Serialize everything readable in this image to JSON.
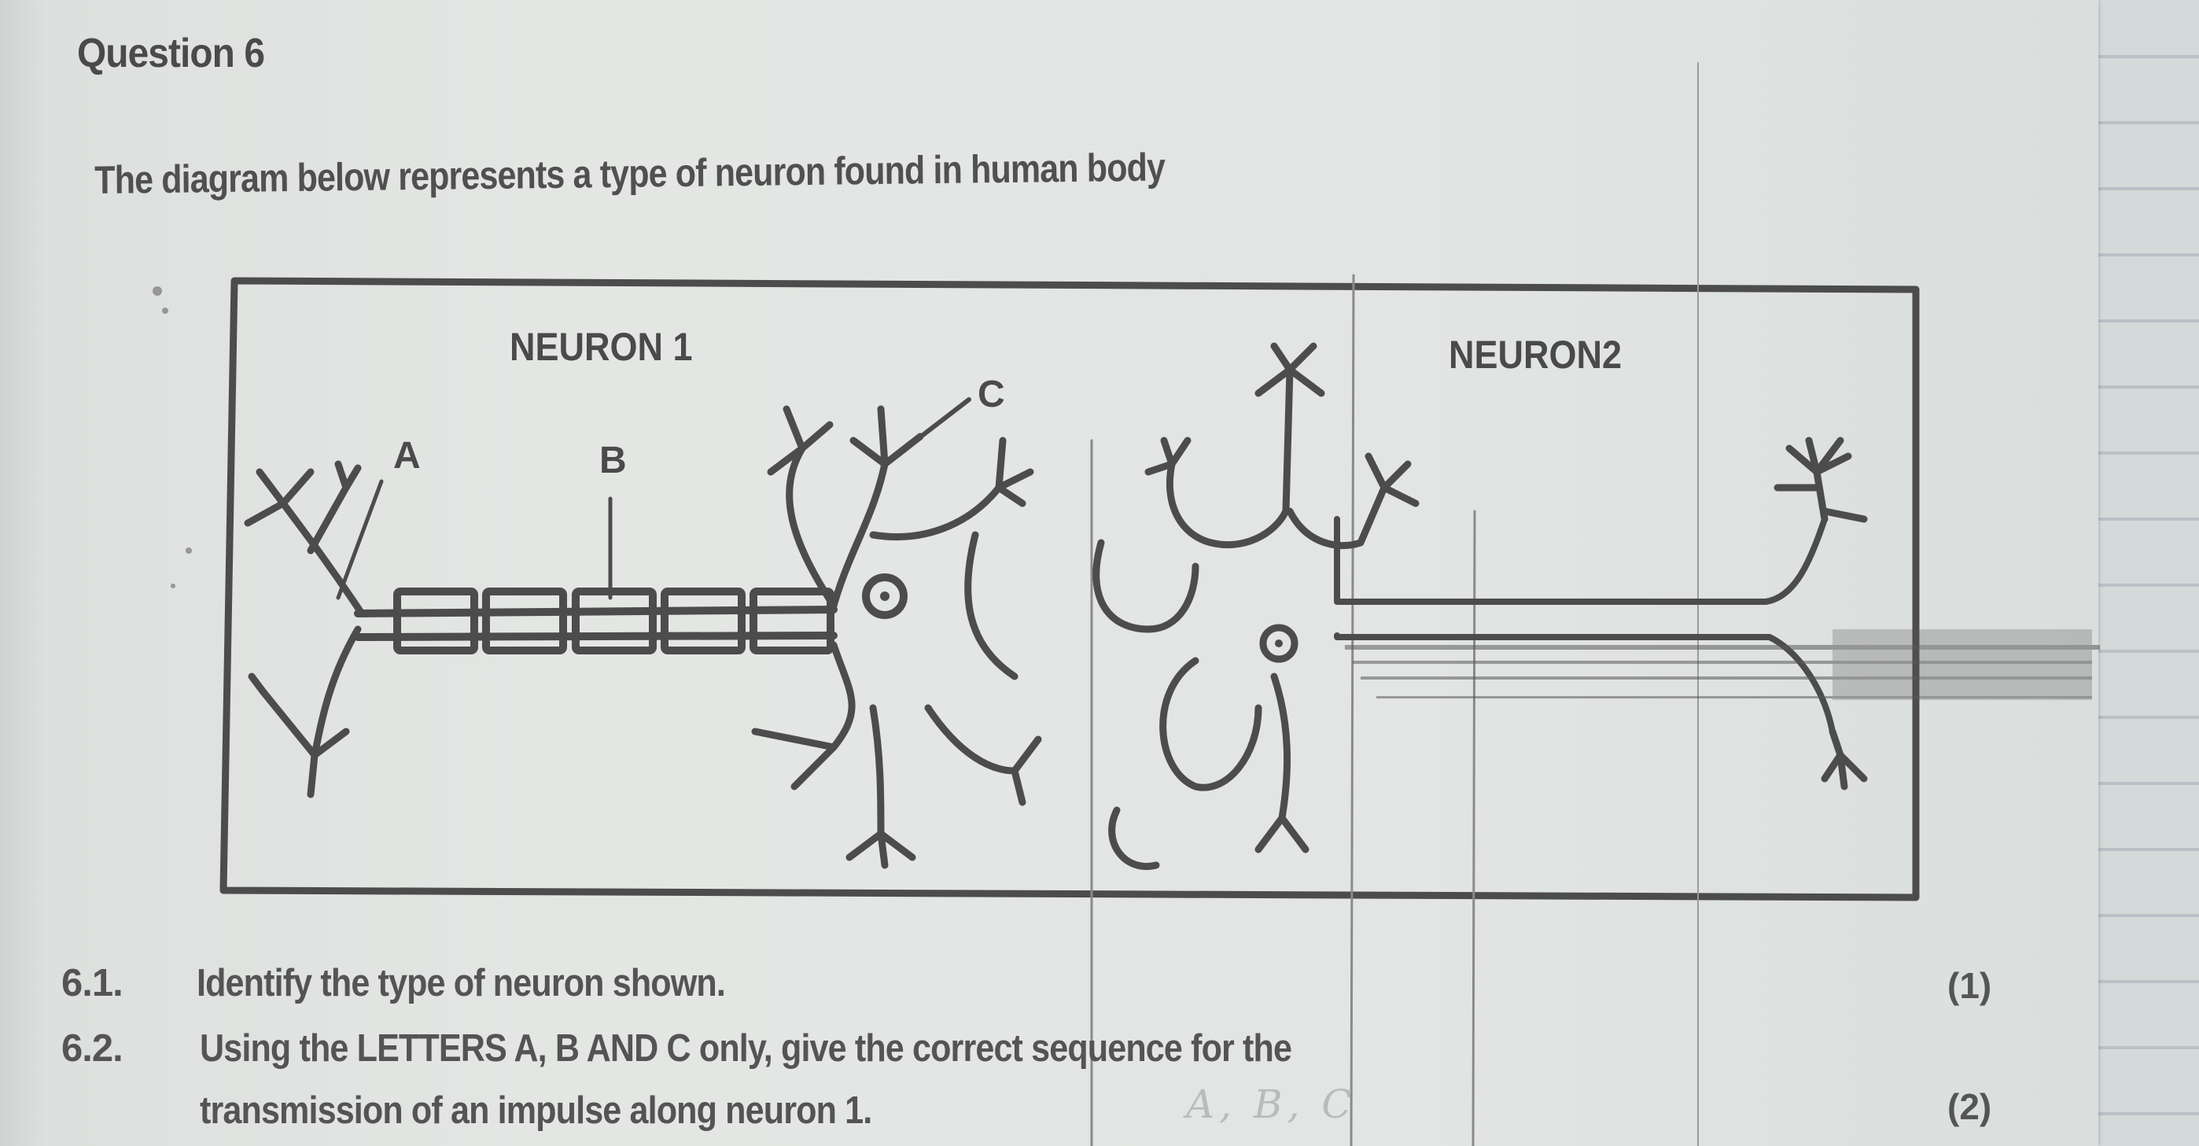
{
  "document": {
    "question_heading": "Question 6",
    "intro_text": "The diagram below represents a type of neuron found in human body",
    "diagram": {
      "labels": {
        "neuron1": "NEURON 1",
        "neuron2": "NEURON2",
        "a": "A",
        "b": "B",
        "c": "C"
      },
      "colors": {
        "ink": "#4a4a4a",
        "paper": "#e2e5e3"
      }
    },
    "questions": [
      {
        "number": "6.1.",
        "text": "Identify the type of neuron shown.",
        "marks": "(1)"
      },
      {
        "number": "6.2.",
        "text_line1": "Using the LETTERS A, B AND C only, give the correct sequence for the",
        "text_line2": "transmission of an impulse along neuron 1.",
        "marks": "(2)"
      }
    ],
    "handwritten_note": "A, B, C"
  }
}
